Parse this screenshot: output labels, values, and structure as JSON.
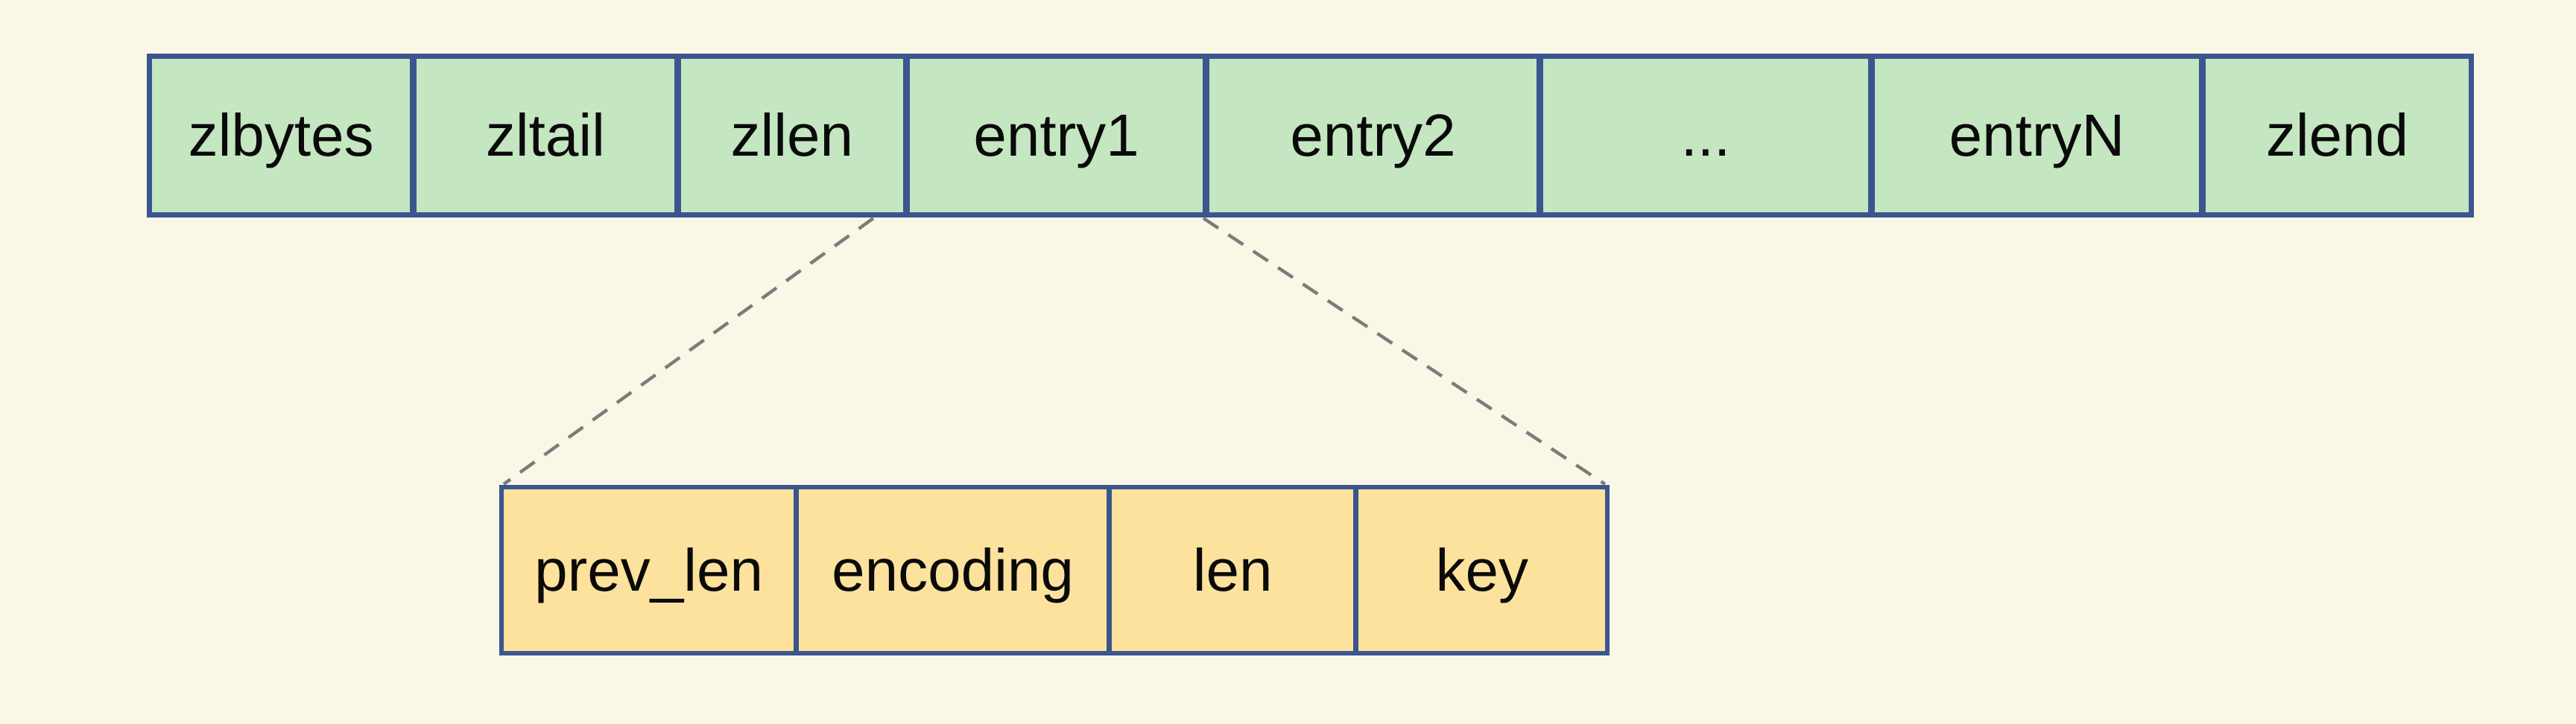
{
  "colors": {
    "background": "#faf7e7",
    "ziplist_fill": "#c4e6c0",
    "entry_fill": "#fce29c",
    "box_border": "#3a5590",
    "connector": "#7b7b7b",
    "text": "#0a0a0a"
  },
  "ziplist_row": {
    "cells": [
      "zlbytes",
      "zltail",
      "zllen",
      "entry1",
      "entry2",
      "...",
      "entryN",
      "zlend"
    ]
  },
  "entry_detail_row": {
    "cells": [
      "prev_len",
      "encoding",
      "len",
      "key"
    ]
  }
}
